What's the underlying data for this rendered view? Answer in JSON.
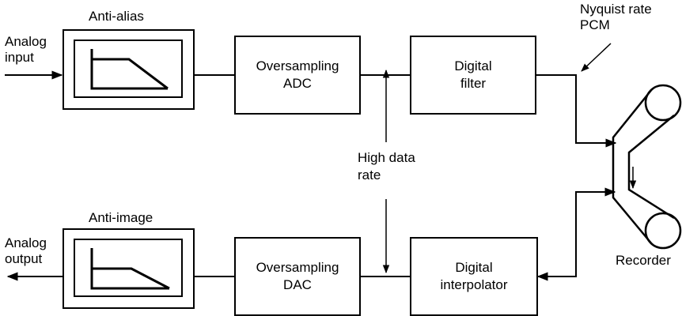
{
  "labels": {
    "analog_input": [
      "Analog",
      "input"
    ],
    "analog_output": [
      "Analog",
      "output"
    ],
    "anti_alias": "Anti-alias",
    "anti_image": "Anti-image",
    "nyquist": [
      "Nyquist rate",
      "PCM"
    ],
    "high_data_rate": [
      "High data",
      "rate"
    ],
    "recorder": "Recorder"
  },
  "blocks": {
    "oversampling_adc": [
      "Oversampling",
      "ADC"
    ],
    "digital_filter": [
      "Digital",
      "filter"
    ],
    "oversampling_dac": [
      "Oversampling",
      "DAC"
    ],
    "digital_interpolator": [
      "Digital",
      "interpolator"
    ]
  }
}
